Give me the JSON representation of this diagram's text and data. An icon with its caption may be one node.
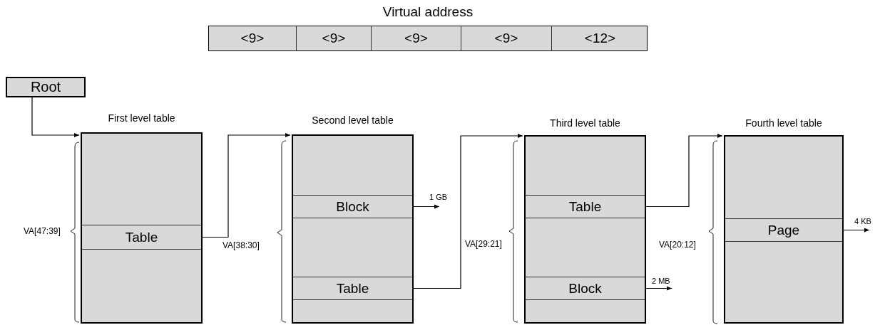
{
  "diagram": {
    "nodes": [
      {
        "text": [
          "Virtual address"
        ]
      },
      {
        "text": [
          "<9>"
        ],
        "in": 0
      },
      {
        "text": [
          "<9>"
        ],
        "in": 0
      },
      {
        "text": [
          "<9>"
        ],
        "in": 0
      },
      {
        "text": [
          "<9>"
        ],
        "in": 0
      },
      {
        "text": [
          "<12>"
        ],
        "in": 0
      },
      {
        "text": [
          "Root"
        ]
      },
      {
        "text": [
          "First level table"
        ]
      },
      {
        "text": [
          "Table"
        ],
        "in": 7
      },
      {
        "text": [
          "Second level table"
        ]
      },
      {
        "text": [
          "Block"
        ],
        "in": 9
      },
      {
        "text": [
          "Table"
        ],
        "in": 9
      },
      {
        "text": [
          "Third level table"
        ]
      },
      {
        "text": [
          "Table"
        ],
        "in": 12
      },
      {
        "text": [
          "Block"
        ],
        "in": 12
      },
      {
        "text": [
          "Fourth level table"
        ]
      },
      {
        "text": [
          "Page"
        ],
        "in": 15
      }
    ],
    "edges": [
      {
        "from": 6,
        "to": 7,
        "arrow": "to"
      },
      {
        "from": 8,
        "to": 9,
        "arrow": "to"
      },
      {
        "from": 10,
        "to": null,
        "arrow": "to",
        "label": "1 GB"
      },
      {
        "from": 11,
        "to": 12,
        "arrow": "to"
      },
      {
        "from": 13,
        "to": 15,
        "arrow": "to"
      },
      {
        "from": 14,
        "to": null,
        "arrow": "to",
        "label": "2 MB"
      },
      {
        "from": 16,
        "to": null,
        "arrow": "to",
        "label": "4 KB"
      }
    ],
    "labels": [
      "VA[47:39]",
      "VA[38:30]",
      "VA[29:21]",
      "VA[20:12]"
    ]
  }
}
